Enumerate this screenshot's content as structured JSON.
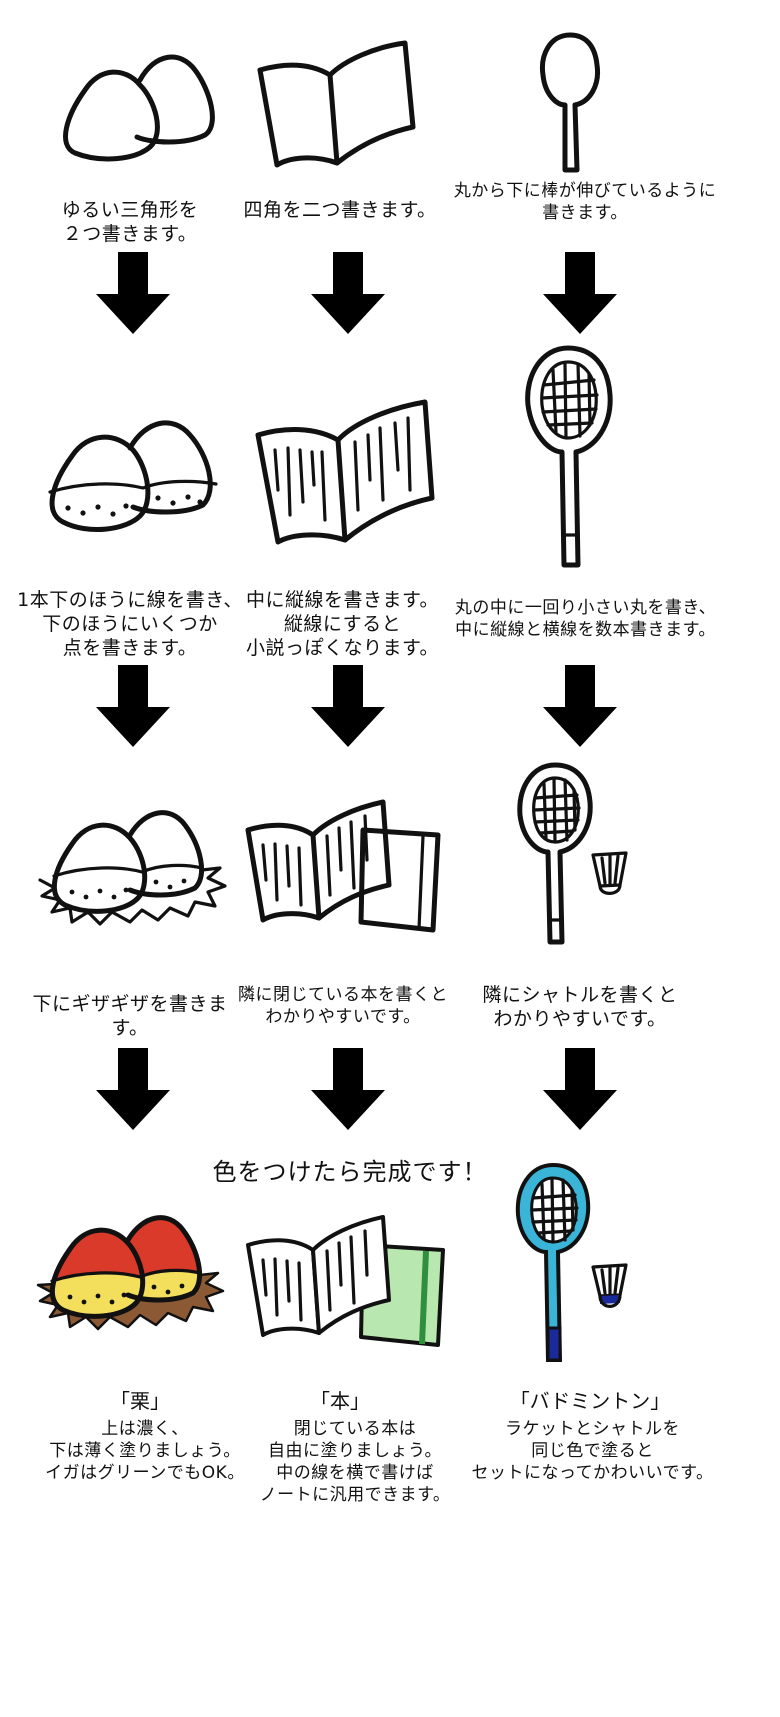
{
  "colors": {
    "arrow": "#e2001a",
    "ink": "#111111",
    "chestnut_top": "#d93a2a",
    "chestnut_bottom": "#f3df5c",
    "bur": "#8b5a35",
    "book_cover": "#b8e8b0",
    "racket_frame": "#3ab5d8",
    "racket_grip": "#1a2a9a"
  },
  "step1": {
    "chestnut": "ゆるい三角形を\n２つ書きます。",
    "book": "四角を二つ書きます。",
    "racket": "丸から下に棒が伸びているように\n書きます。"
  },
  "step2": {
    "chestnut": "1本下のほうに線を書き、\n下のほうにいくつか\n点を書きます。",
    "book": "中に縦線を書きます。\n縦線にすると\n小説っぽくなります。",
    "racket": "丸の中に一回り小さい丸を書き、\n中に縦線と横線を数本書きます。"
  },
  "step3": {
    "chestnut": "下にギザギザを書きます。",
    "book": "隣に閉じている本を書くと\nわかりやすいです。",
    "racket": "隣にシャトルを書くと\nわかりやすいです。"
  },
  "final_title": "色をつけたら完成です！",
  "final": {
    "chestnut": {
      "name": "「栗」",
      "note": "上は濃く、\n下は薄く塗りましょう。\nイガはグリーンでもOK。"
    },
    "book": {
      "name": "「本」",
      "note": "閉じている本は\n自由に塗りましょう。\n中の線を横で書けば\nノートに汎用できます。"
    },
    "racket": {
      "name": "「バドミントン」",
      "note": "ラケットとシャトルを\n同じ色で塗ると\nセットになってかわいいです。"
    }
  },
  "icons": [
    "chestnut-drawing",
    "book-drawing",
    "racket-drawing",
    "shuttlecock-drawing",
    "down-arrow-icon"
  ]
}
